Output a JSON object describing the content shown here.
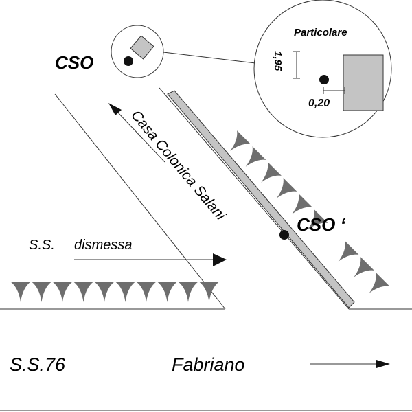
{
  "labels": {
    "cso": "CSO",
    "cso_prime": "CSO ‘",
    "detail_title": "Particolare",
    "dim_vertical": "1,95",
    "dim_horizontal": "0,20",
    "casa": "Casa Colonica Salani",
    "ss_prefix": "S.S.",
    "dismessa": "dismessa",
    "ss76": "S.S.76",
    "fabriano": "Fabriano"
  },
  "colors": {
    "line": "#333333",
    "fill_gray": "#c4c4c4",
    "teeth": "#6e6e6e",
    "dot": "#111111"
  }
}
